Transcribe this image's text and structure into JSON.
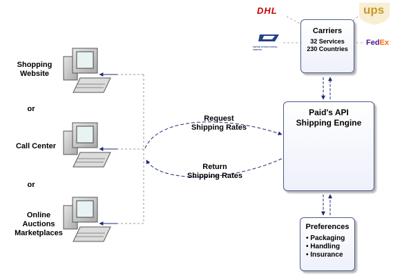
{
  "left": {
    "shopping_website": [
      "Shopping",
      "Website"
    ],
    "or_1": "or",
    "call_center": "Call Center",
    "or_2": "or",
    "online_auctions": [
      "Online",
      "Auctions",
      "Marketplaces"
    ]
  },
  "middle": {
    "request": [
      "Request",
      "Shipping Rates"
    ],
    "return": [
      "Return",
      "Shipping Rates"
    ]
  },
  "engine": {
    "title": [
      "Paid's API",
      "Shipping Engine"
    ]
  },
  "carriers": {
    "title": "Carriers",
    "line1": "32 Services",
    "line2": "230 Countries",
    "logos": {
      "dhl": "DHL",
      "ups": "ups",
      "fedex_a": "Fed",
      "fedex_b": "Ex",
      "usps": "UNITED STATES POSTAL SERVICE"
    }
  },
  "preferences": {
    "title": "Preferences",
    "items": [
      "Packaging",
      "Handling",
      "Insurance"
    ]
  },
  "colors": {
    "box_border": "#4a5a8a",
    "arrow": "#1e2a78",
    "dhl_red": "#cc0000",
    "ups_gold": "#c79a2a",
    "fedex_purple": "#4d148c",
    "fedex_orange": "#ff6600",
    "usps_blue": "#233f8c",
    "server_pink": "#e8b8c4"
  }
}
